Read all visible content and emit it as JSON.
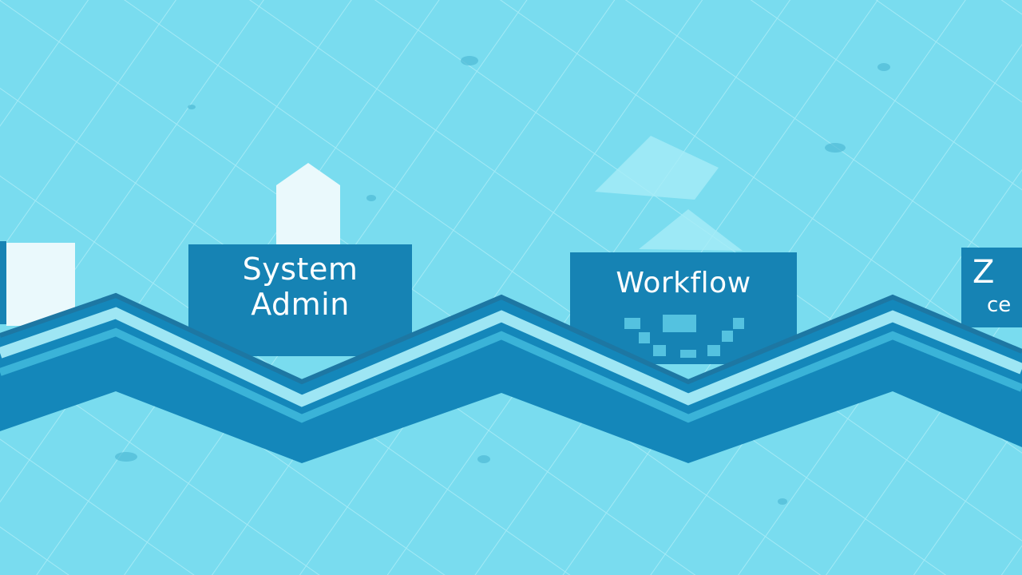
{
  "colors": {
    "background": "#79dcef",
    "grid_line": "#a9ecf7",
    "panel_dark": "#1683b4",
    "panel_light": "#eaf9fc",
    "band_dark": "#1487ba",
    "band_mid": "#3ab3d8",
    "band_light": "#9ee6f4",
    "text": "#ffffff"
  },
  "panels": {
    "system_admin": {
      "line1": "System",
      "line2": "Admin"
    },
    "workflow": {
      "line1": "Workflow"
    },
    "right_partial": {
      "line1": "Z",
      "line2": "ce"
    }
  }
}
